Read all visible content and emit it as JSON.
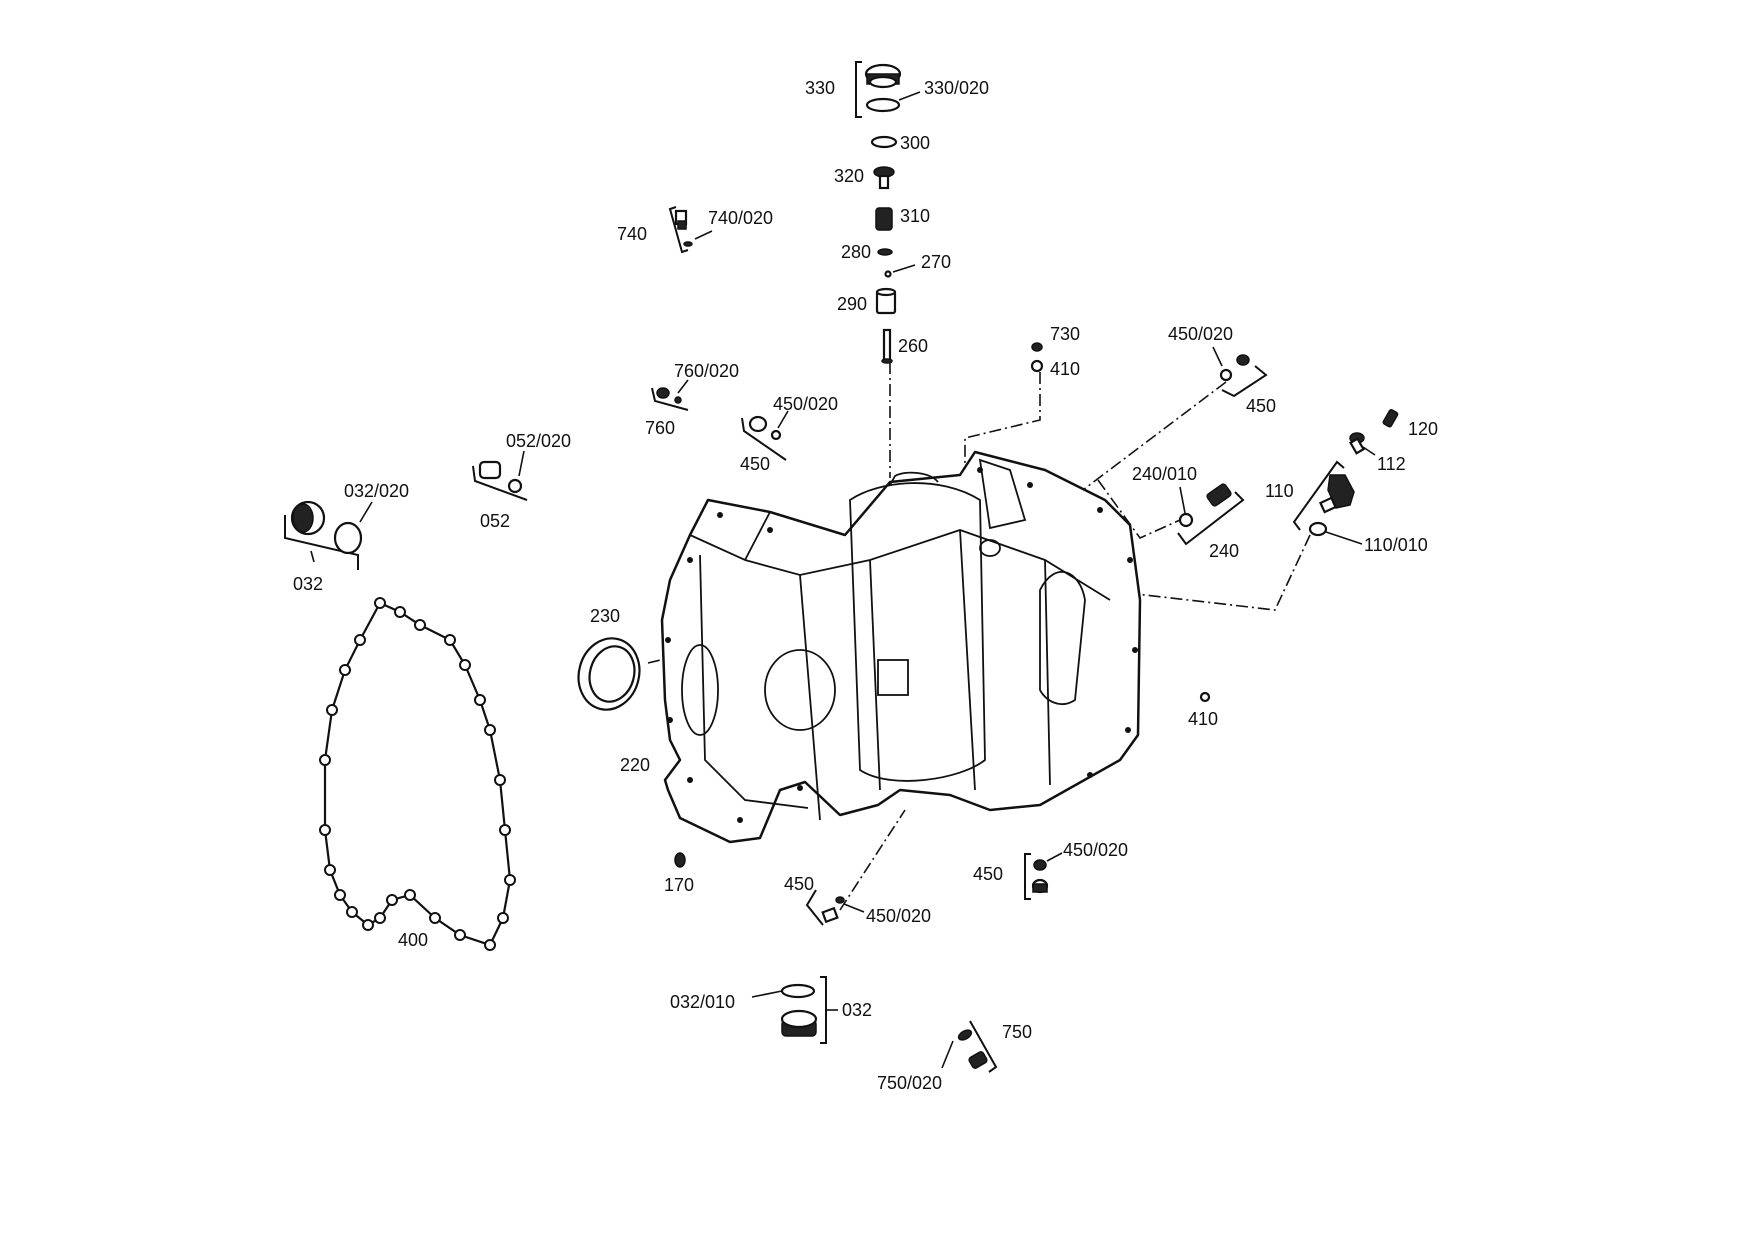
{
  "diagram": {
    "labels": {
      "l330": "330",
      "l330_020": "330/020",
      "l300": "300",
      "l320": "320",
      "l310": "310",
      "l280": "280",
      "l270": "270",
      "l290": "290",
      "l260": "260",
      "l740": "740",
      "l740_020": "740/020",
      "l730": "730",
      "l410_top": "410",
      "l450_020_tr": "450/020",
      "l450_tr": "450",
      "l760_020": "760/020",
      "l760": "760",
      "l450_020_tl": "450/020",
      "l450_tl": "450",
      "l052_020": "052/020",
      "l052": "052",
      "l032_020": "032/020",
      "l032_left": "032",
      "l120": "120",
      "l112": "112",
      "l110": "110",
      "l240_010": "240/010",
      "l240": "240",
      "l110_010": "110/010",
      "l230": "230",
      "l220": "220",
      "l410_right": "410",
      "l170": "170",
      "l400": "400",
      "l450_bc": "450",
      "l450_020_bc": "450/020",
      "l450_br": "450",
      "l450_020_br": "450/020",
      "l032_010": "032/010",
      "l032_bottom": "032",
      "l750": "750",
      "l750_020": "750/020"
    }
  }
}
